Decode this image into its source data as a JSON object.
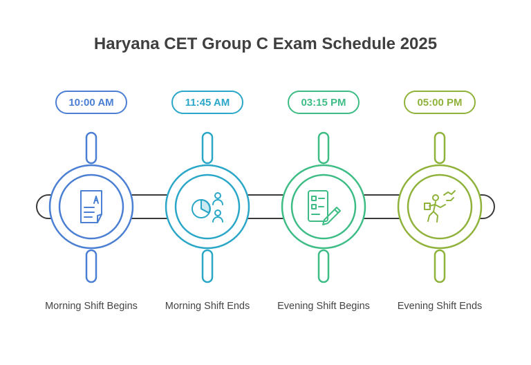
{
  "title": "Haryana CET Group C Exam Schedule 2025",
  "steps": [
    {
      "time": "10:00 AM",
      "label": "Morning Shift Begins",
      "icon": "exam-paper-icon",
      "color": "#4a7fd4"
    },
    {
      "time": "11:45 AM",
      "label": "Morning Shift Ends",
      "icon": "pie-chart-people-icon",
      "color": "#2aa7c8"
    },
    {
      "time": "03:15 PM",
      "label": "Evening Shift Begins",
      "icon": "checklist-pencil-icon",
      "color": "#3dbd85"
    },
    {
      "time": "05:00 PM",
      "label": "Evening Shift Ends",
      "icon": "person-exit-icon",
      "color": "#8fb23a"
    }
  ]
}
